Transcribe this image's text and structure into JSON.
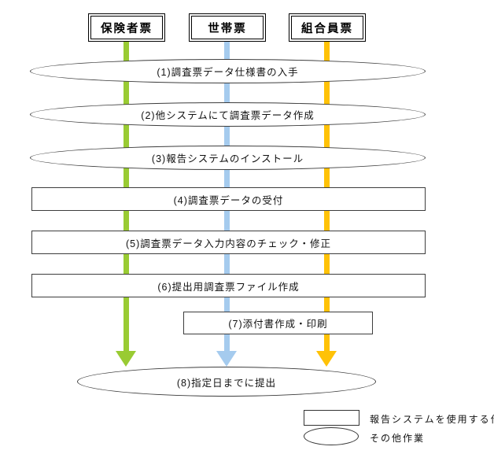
{
  "columns": [
    {
      "label": "保険者票",
      "arrow_color": "#99CB33"
    },
    {
      "label": "世帯票",
      "arrow_color": "#A5CBEE"
    },
    {
      "label": "組合員票",
      "arrow_color": "#FFC207"
    }
  ],
  "steps": [
    {
      "num": 1,
      "shape": "ellipse",
      "label": "(1)調査票データ仕様書の入手"
    },
    {
      "num": 2,
      "shape": "ellipse",
      "label": "(2)他システムにて調査票データ作成"
    },
    {
      "num": 3,
      "shape": "ellipse",
      "label": "(3)報告システムのインストール"
    },
    {
      "num": 4,
      "shape": "rect",
      "label": "(4)調査票データの受付"
    },
    {
      "num": 5,
      "shape": "rect",
      "label": "(5)調査票データ入力内容のチェック・修正"
    },
    {
      "num": 6,
      "shape": "rect",
      "label": "(6)提出用調査票ファイル作成"
    },
    {
      "num": 7,
      "shape": "rect",
      "label": "(7)添付書作成・印刷"
    },
    {
      "num": 8,
      "shape": "ellipse",
      "label": "(8)指定日までに提出"
    }
  ],
  "legend": {
    "rect_label": "報告システムを使用する作業",
    "ellipse_label": "その他作業"
  }
}
